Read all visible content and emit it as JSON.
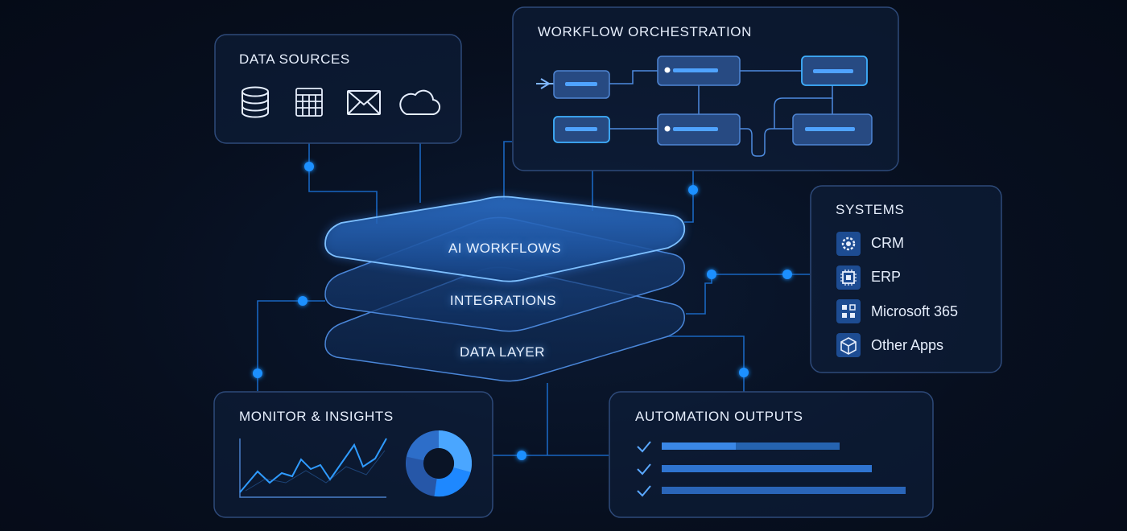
{
  "panels": {
    "data_sources": {
      "title": "DATA SOURCES",
      "icons": [
        "database-icon",
        "spreadsheet-icon",
        "mail-icon",
        "cloud-icon"
      ]
    },
    "workflow": {
      "title": "WORKFLOW ORCHESTRATION"
    },
    "systems": {
      "title": "SYSTEMS",
      "items": [
        {
          "label": "CRM",
          "icon": "gear-icon"
        },
        {
          "label": "ERP",
          "icon": "chip-icon"
        },
        {
          "label": "Microsoft 365",
          "icon": "apps-grid-icon"
        },
        {
          "label": "Other Apps",
          "icon": "cube-icon"
        }
      ]
    },
    "monitor": {
      "title": "MONITOR & INSIGHTS"
    },
    "outputs": {
      "title": "AUTOMATION OUTPUTS"
    }
  },
  "layers": [
    {
      "label": "AI WORKFLOWS"
    },
    {
      "label": "INTEGRATIONS"
    },
    {
      "label": "DATA LAYER"
    }
  ],
  "colors": {
    "accent": "#1e90ff",
    "panel_border": "#2e4a7a",
    "text": "#e6eefc",
    "node_fill": "#2a4a80"
  }
}
